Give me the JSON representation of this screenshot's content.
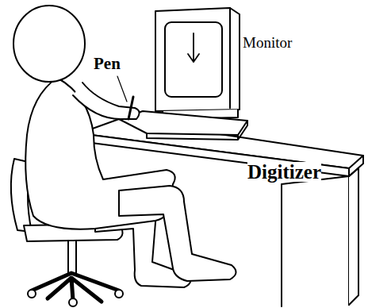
{
  "diagram": {
    "labels": [
      "Monitor",
      "Pen",
      "Digitizer"
    ]
  }
}
